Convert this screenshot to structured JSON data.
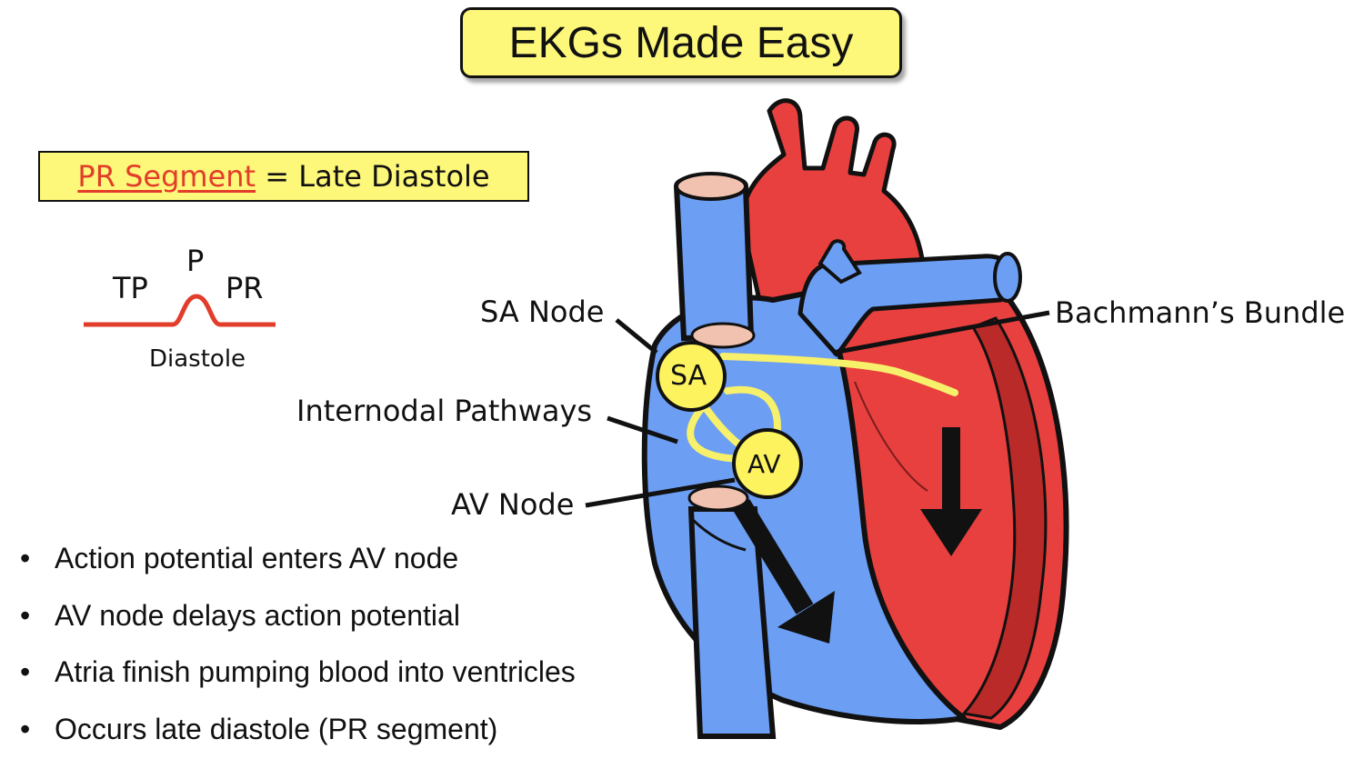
{
  "title": "EKGs Made Easy",
  "segment_box": {
    "term": "PR Segment",
    "equals": "=",
    "phase": "Late Diastole"
  },
  "waveform": {
    "label_tp": "TP",
    "label_p": "P",
    "label_pr": "PR",
    "caption": "Diastole",
    "line_color": "#e23d2a"
  },
  "heart_labels": {
    "sa_node": "SA Node",
    "internodal": "Internodal Pathways",
    "av_node": "AV Node",
    "bachmann": "Bachmann’s Bundle",
    "sa_circle": "SA",
    "av_circle": "AV"
  },
  "bullets": [
    "Action potential enters AV node",
    "AV node delays action potential",
    "Atria finish pumping blood into ventricles",
    "Occurs late diastole (PR segment)"
  ],
  "bullet_glyph": "•",
  "colors": {
    "highlight": "#fdf77a",
    "oxygenated": "#e8403e",
    "deoxygenated": "#6c9ef4",
    "pathway": "#f7f06a",
    "valve": "#f2c2b0"
  }
}
